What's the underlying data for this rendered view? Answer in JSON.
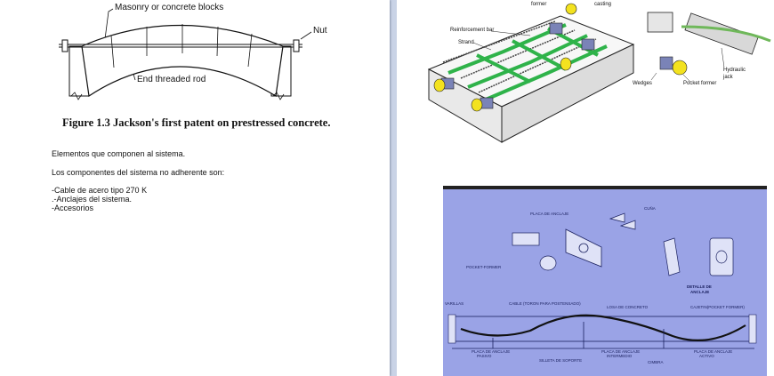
{
  "left_page": {
    "figure": {
      "label_blocks": "Masonry or concrete blocks",
      "label_nut": "Nut",
      "label_rod": "End threaded rod",
      "caption": "Figure 1.3  Jackson's first patent on prestressed concrete."
    },
    "text": {
      "line1": "Elementos que componen al sistema.",
      "line2": "Los componentes del sistema no adherente son:",
      "item1": "-Cable de acero tipo 270 K",
      "item2": ".-Anclajes del sistema.",
      "item3": "-Accesorios"
    }
  },
  "right_page": {
    "top_figure": {
      "former": "former",
      "casting": "casting",
      "reinforcement_bar": "Reinforcement bar",
      "strand": "Strand",
      "hydraulic": "Hydraulic",
      "jack": "jack",
      "wedges": "Wedges",
      "pocket_former": "Pocket former"
    },
    "blueprint": {
      "placa_anclaje": "PLACA DE ANCLAJE",
      "cuna": "CUÑA",
      "pocket_former": "POCKET-FORMER",
      "detalle": "DETALLE DE",
      "anclaje": "ANCLAJE",
      "varillas": "VARILLAS",
      "cable": "CABLE (TORON PARA POSTENSADO)",
      "losa": "LOSA DE CONCRETO",
      "cajetin": "CAJETIN(POCKET FORMER)",
      "placa_pasivo_1": "PLACA DE ANCLAJE",
      "placa_pasivo_2": "PASIVO",
      "placa_intermedio_1": "PLACA DE ANCLAJE",
      "placa_intermedio_2": "INTERMEDIO",
      "placa_activo_1": "PLACA DE ANCLAJE",
      "placa_activo_2": "ACTIVO",
      "silleta": "SILLETA DE SOPORTE",
      "cimbra": "CIMBRA"
    }
  }
}
